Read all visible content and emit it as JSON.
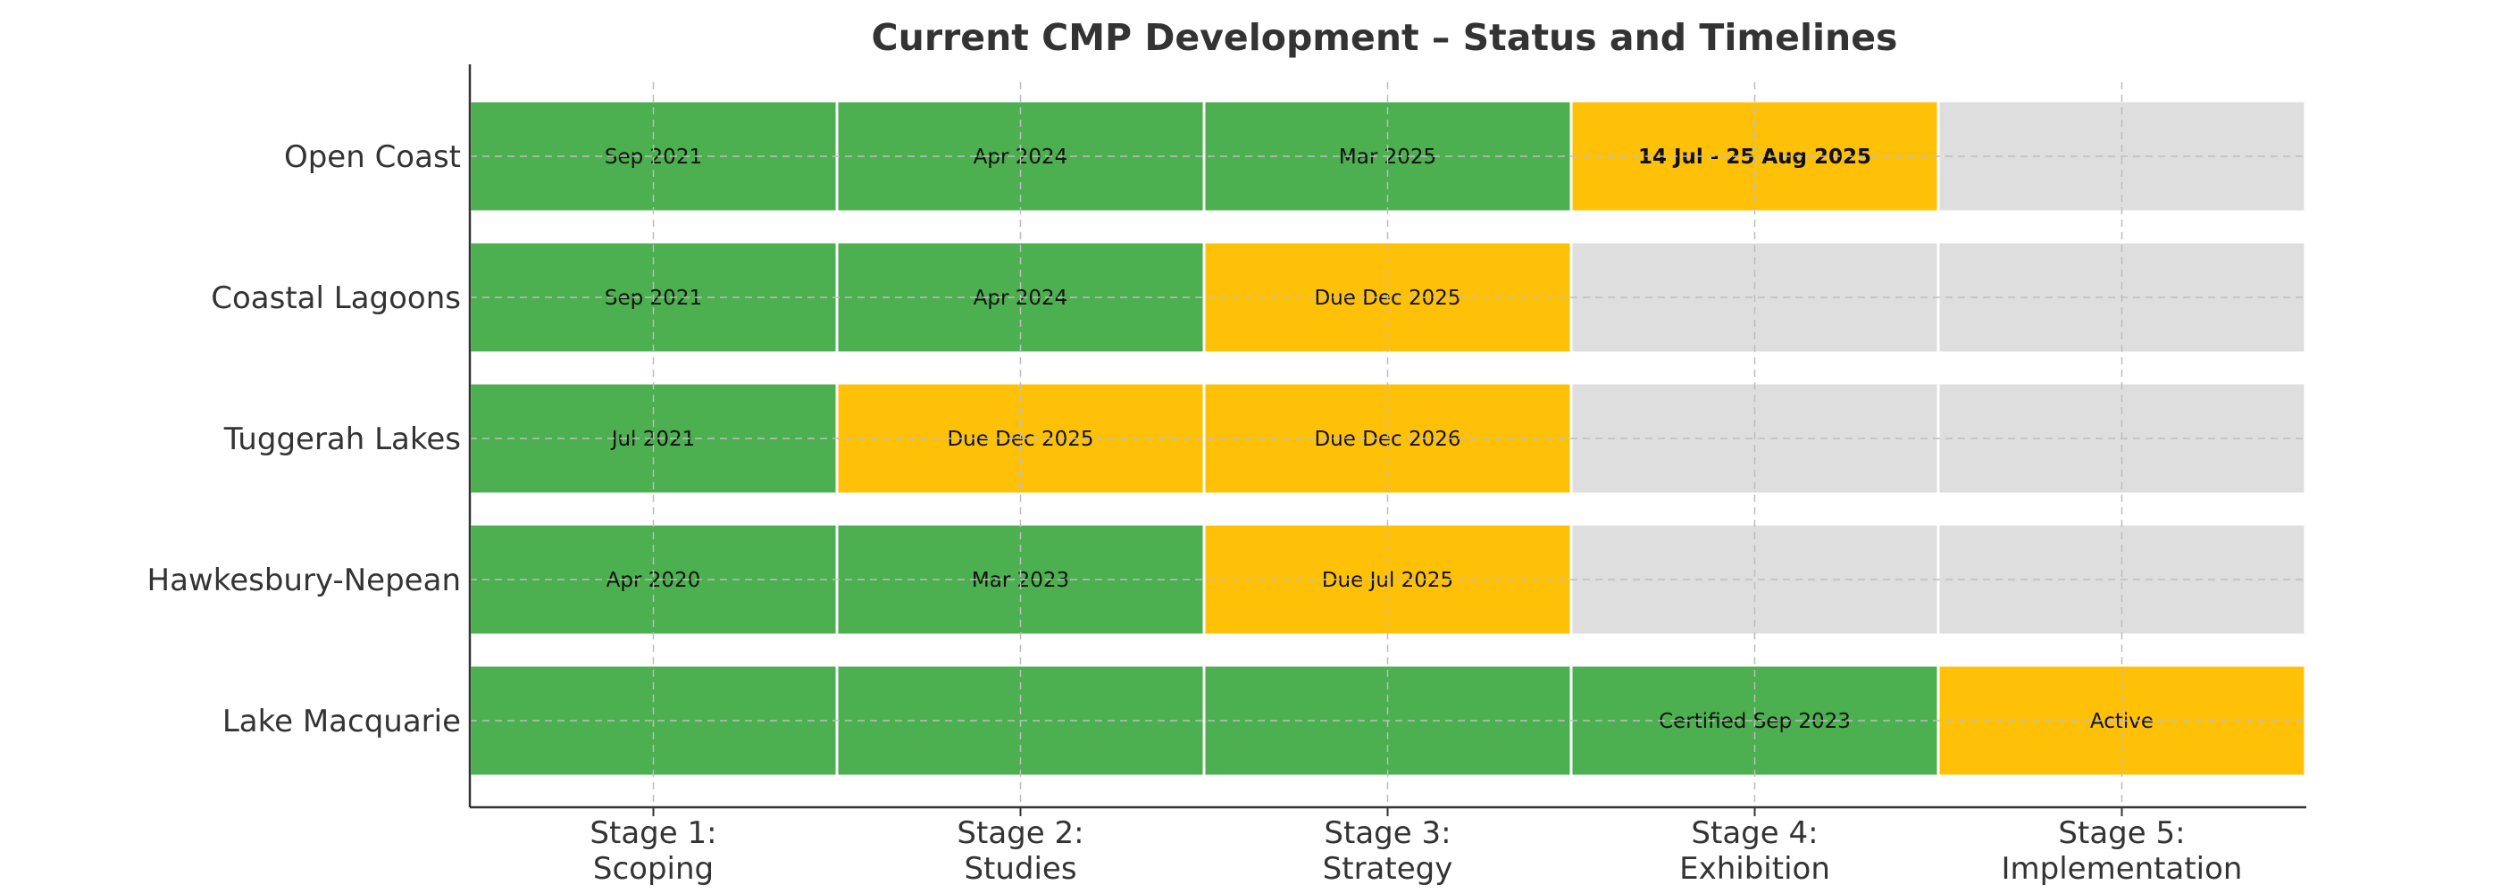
{
  "chart_data": {
    "type": "table",
    "title": "Current CMP Development – Status and Timelines",
    "stages": [
      [
        "Stage 1:",
        "Scoping"
      ],
      [
        "Stage 2:",
        "Studies"
      ],
      [
        "Stage 3:",
        "Strategy"
      ],
      [
        "Stage 4:",
        "Exhibition"
      ],
      [
        "Stage 5:",
        "Implementation"
      ]
    ],
    "status_colors": {
      "complete": "#4caf50",
      "in_progress": "#ffc107",
      "not_started": "#dedede"
    },
    "rows": [
      {
        "label": "Open Coast",
        "cells": [
          {
            "status": "complete",
            "text": "Sep 2021"
          },
          {
            "status": "complete",
            "text": "Apr 2024"
          },
          {
            "status": "complete",
            "text": "Mar 2025"
          },
          {
            "status": "in_progress",
            "text": "14 Jul - 25 Aug 2025",
            "bold": true
          },
          {
            "status": "not_started",
            "text": ""
          }
        ]
      },
      {
        "label": "Coastal Lagoons",
        "cells": [
          {
            "status": "complete",
            "text": "Sep 2021"
          },
          {
            "status": "complete",
            "text": "Apr 2024"
          },
          {
            "status": "in_progress",
            "text": "Due Dec 2025"
          },
          {
            "status": "not_started",
            "text": ""
          },
          {
            "status": "not_started",
            "text": ""
          }
        ]
      },
      {
        "label": "Tuggerah Lakes",
        "cells": [
          {
            "status": "complete",
            "text": "Jul 2021"
          },
          {
            "status": "in_progress",
            "text": "Due Dec 2025"
          },
          {
            "status": "in_progress",
            "text": "Due Dec 2026"
          },
          {
            "status": "not_started",
            "text": ""
          },
          {
            "status": "not_started",
            "text": ""
          }
        ]
      },
      {
        "label": "Hawkesbury-Nepean",
        "cells": [
          {
            "status": "complete",
            "text": "Apr 2020"
          },
          {
            "status": "complete",
            "text": "Mar 2023"
          },
          {
            "status": "in_progress",
            "text": "Due Jul 2025"
          },
          {
            "status": "not_started",
            "text": ""
          },
          {
            "status": "not_started",
            "text": ""
          }
        ]
      },
      {
        "label": "Lake Macquarie",
        "cells": [
          {
            "status": "complete",
            "text": ""
          },
          {
            "status": "complete",
            "text": ""
          },
          {
            "status": "complete",
            "text": ""
          },
          {
            "status": "complete",
            "text": "Certified Sep 2023"
          },
          {
            "status": "in_progress",
            "text": "Active"
          }
        ]
      }
    ],
    "grid": true,
    "legend": "none"
  }
}
